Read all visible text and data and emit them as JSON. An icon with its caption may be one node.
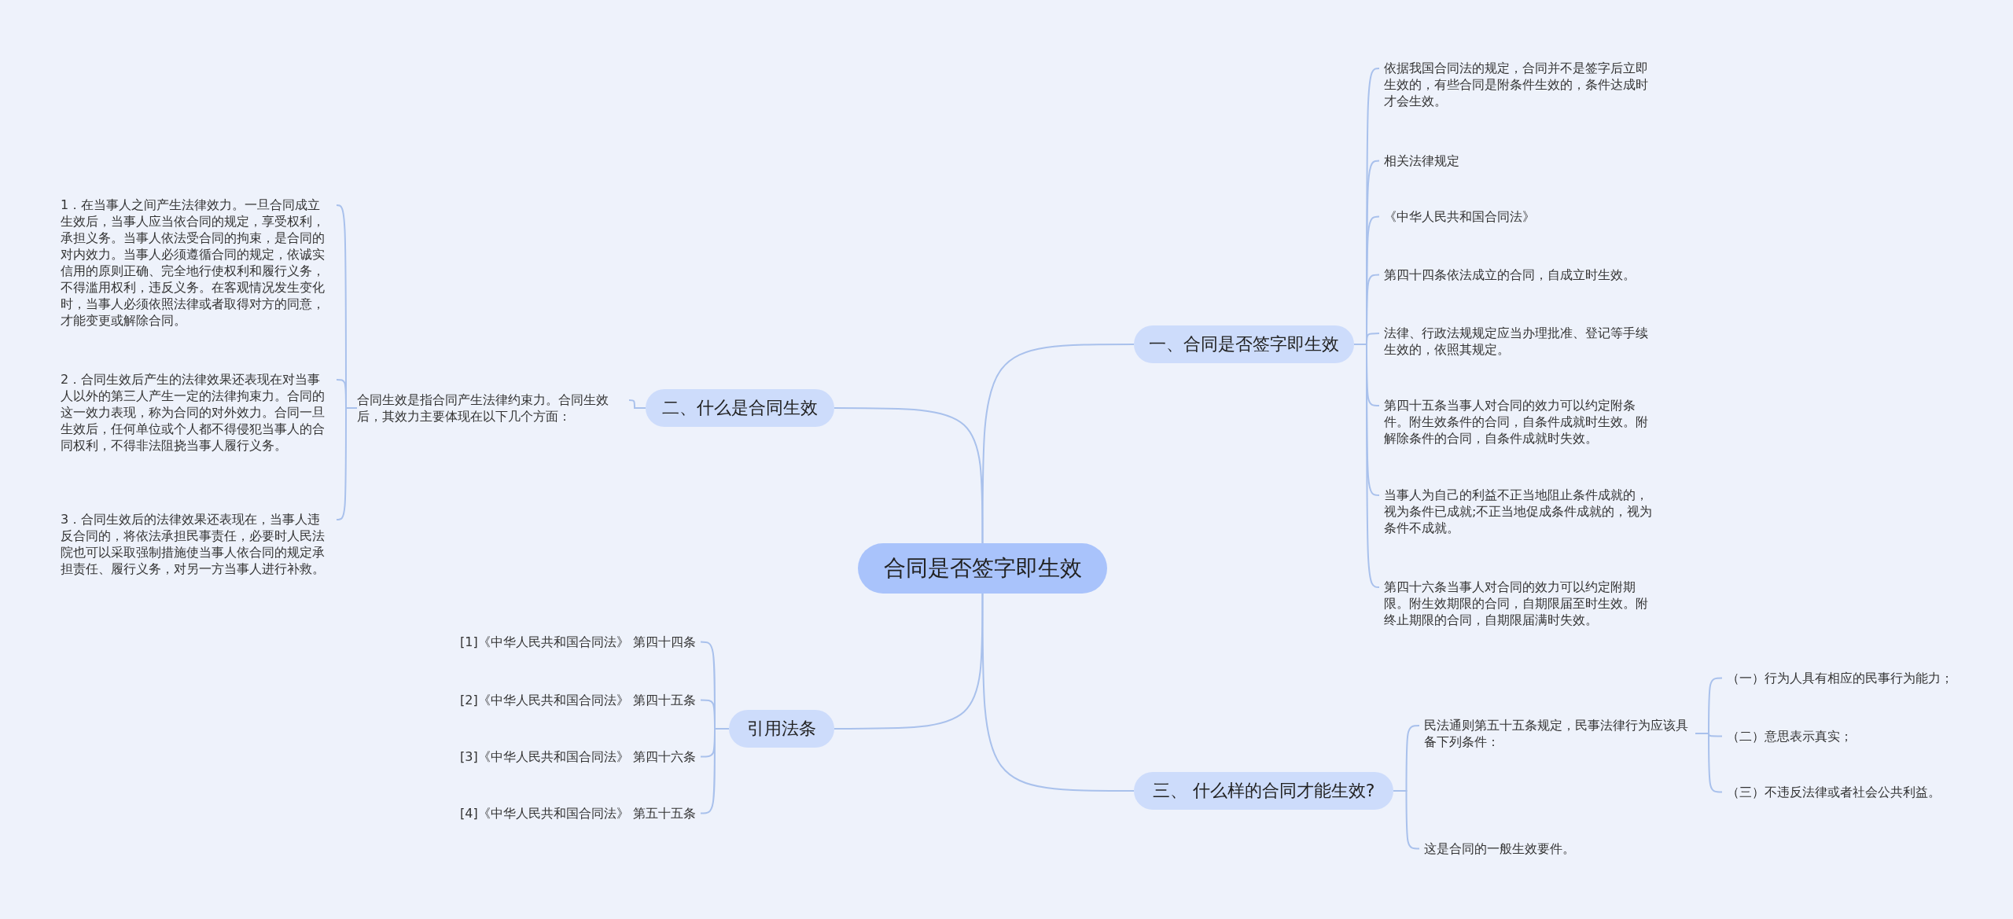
{
  "diagram": {
    "nodes": [
      {
        "text": [
          "合同是否签字即生效"
        ]
      },
      {
        "text": [
          "一、合同是否签字即生效"
        ]
      },
      {
        "text": [
          "依据我国合同法的规定，合同并不是签字后立即生效的，有些合同是附条件生效的，条件达成时才会生效。"
        ]
      },
      {
        "text": [
          "相关法律规定"
        ]
      },
      {
        "text": [
          "《中华人民共和国合同法》"
        ]
      },
      {
        "text": [
          "第四十四条依法成立的合同，自成立时生效。"
        ]
      },
      {
        "text": [
          "法律、行政法规规定应当办理批准、登记等手续生效的，依照其规定。"
        ]
      },
      {
        "text": [
          "第四十五条当事人对合同的效力可以约定附条件。附生效条件的合同，自条件成就时生效。附解除条件的合同，自条件成就时失效。"
        ]
      },
      {
        "text": [
          "当事人为自己的利益不正当地阻止条件成就的，视为条件已成就;不正当地促成条件成就的，视为条件不成就。"
        ]
      },
      {
        "text": [
          "第四十六条当事人对合同的效力可以约定附期限。附生效期限的合同，自期限届至时生效。附终止期限的合同，自期限届满时失效。"
        ]
      },
      {
        "text": [
          "二、什么是合同生效"
        ]
      },
      {
        "text": [
          "合同生效是指合同产生法律约束力。合同生效后，其效力主要体现在以下几个方面："
        ]
      },
      {
        "text": [
          "1．在当事人之间产生法律效力。一旦合同成立生效后，当事人应当依合同的规定，享受权利，承担义务。当事人依法受合同的拘束，是合同的对内效力。当事人必须遵循合同的规定，依诚实信用的原则正确、完全地行使权利和履行义务，不得滥用权利，违反义务。在客观情况发生变化时，当事人必须依照法律或者取得对方的同意，才能变更或解除合同。"
        ]
      },
      {
        "text": [
          "2．合同生效后产生的法律效果还表现在对当事人以外的第三人产生一定的法律拘束力。合同的这一效力表现，称为合同的对外效力。合同一旦生效后，任何单位或个人都不得侵犯当事人的合同权利，不得非法阻挠当事人履行义务。"
        ]
      },
      {
        "text": [
          "3．合同生效后的法律效果还表现在，当事人违反合同的，将依法承担民事责任，必要时人民法院也可以采取强制措施使当事人依合同的规定承担责任、履行义务，对另一方当事人进行补救。"
        ]
      },
      {
        "text": [
          "引用法条"
        ]
      },
      {
        "text": [
          "[1]《中华人民共和国合同法》 第四十四条"
        ]
      },
      {
        "text": [
          "[2]《中华人民共和国合同法》 第四十五条"
        ]
      },
      {
        "text": [
          "[3]《中华人民共和国合同法》 第四十六条"
        ]
      },
      {
        "text": [
          "[4]《中华人民共和国合同法》 第五十五条"
        ]
      },
      {
        "text": [
          "三、 什么样的合同才能生效?"
        ]
      },
      {
        "text": [
          "民法通则第五十五条规定，民事法律行为应该具备下列条件："
        ]
      },
      {
        "text": [
          "这是合同的一般生效要件。"
        ]
      },
      {
        "text": [
          "（一）行为人具有相应的民事行为能力；"
        ]
      },
      {
        "text": [
          "（二）意思表示真实；"
        ]
      },
      {
        "text": [
          "（三）不违反法律或者社会公共利益。"
        ]
      }
    ],
    "edges": [
      {
        "from": 0,
        "to": 1,
        "arrow": "none"
      },
      {
        "from": 1,
        "to": 2,
        "arrow": "none"
      },
      {
        "from": 1,
        "to": 3,
        "arrow": "none"
      },
      {
        "from": 1,
        "to": 4,
        "arrow": "none"
      },
      {
        "from": 1,
        "to": 5,
        "arrow": "none"
      },
      {
        "from": 1,
        "to": 6,
        "arrow": "none"
      },
      {
        "from": 1,
        "to": 7,
        "arrow": "none"
      },
      {
        "from": 1,
        "to": 8,
        "arrow": "none"
      },
      {
        "from": 1,
        "to": 9,
        "arrow": "none"
      },
      {
        "from": 0,
        "to": 10,
        "arrow": "none"
      },
      {
        "from": 10,
        "to": 11,
        "arrow": "none"
      },
      {
        "from": 11,
        "to": 12,
        "arrow": "none"
      },
      {
        "from": 11,
        "to": 13,
        "arrow": "none"
      },
      {
        "from": 11,
        "to": 14,
        "arrow": "none"
      },
      {
        "from": 0,
        "to": 15,
        "arrow": "none"
      },
      {
        "from": 15,
        "to": 16,
        "arrow": "none"
      },
      {
        "from": 15,
        "to": 17,
        "arrow": "none"
      },
      {
        "from": 15,
        "to": 18,
        "arrow": "none"
      },
      {
        "from": 15,
        "to": 19,
        "arrow": "none"
      },
      {
        "from": 0,
        "to": 20,
        "arrow": "none"
      },
      {
        "from": 20,
        "to": 21,
        "arrow": "none"
      },
      {
        "from": 20,
        "to": 22,
        "arrow": "none"
      },
      {
        "from": 21,
        "to": 23,
        "arrow": "none"
      },
      {
        "from": 21,
        "to": 24,
        "arrow": "none"
      },
      {
        "from": 21,
        "to": 25,
        "arrow": "none"
      }
    ]
  }
}
